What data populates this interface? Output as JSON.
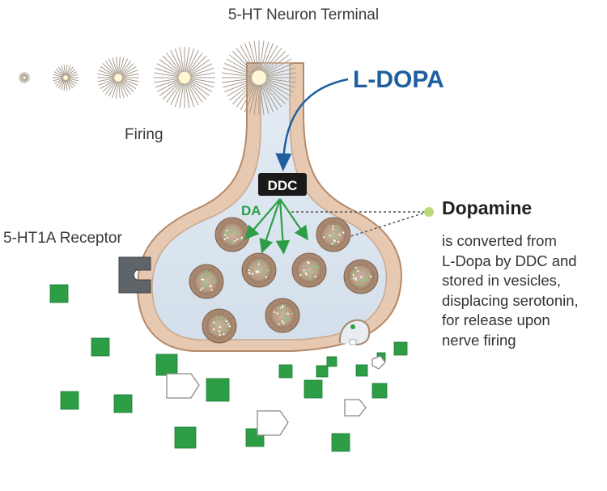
{
  "title": "5-HT Neuron Terminal",
  "firing_label": "Firing",
  "receptor_label": "5-HT1A Receptor",
  "ldopa_label": "L-DOPA",
  "enzyme_label": "DDC",
  "da_label": "DA",
  "dopamine": {
    "title": "Dopamine",
    "description_lines": [
      "is converted from",
      "L-Dopa by DDC and",
      "stored in vesicles,",
      "displacing serotonin,",
      "for release upon",
      "nerve firing"
    ]
  },
  "colors": {
    "membrane": "#e7c8b0",
    "membrane_edge": "#b48a6a",
    "cytoplasm": "#dfe8f1",
    "ldopa": "#1f5fa0",
    "dopamine": "#2e9e46",
    "dopamine_dark": "#1d7a33",
    "vesicle": "#a88770",
    "receptor": "#5f6469",
    "enzyme_box": "#1a1a1a"
  },
  "icons": {
    "firing_sequence": "starburst-icon",
    "dopamine_molecule": "green-square-icon",
    "receptor": "receptor-icon"
  }
}
